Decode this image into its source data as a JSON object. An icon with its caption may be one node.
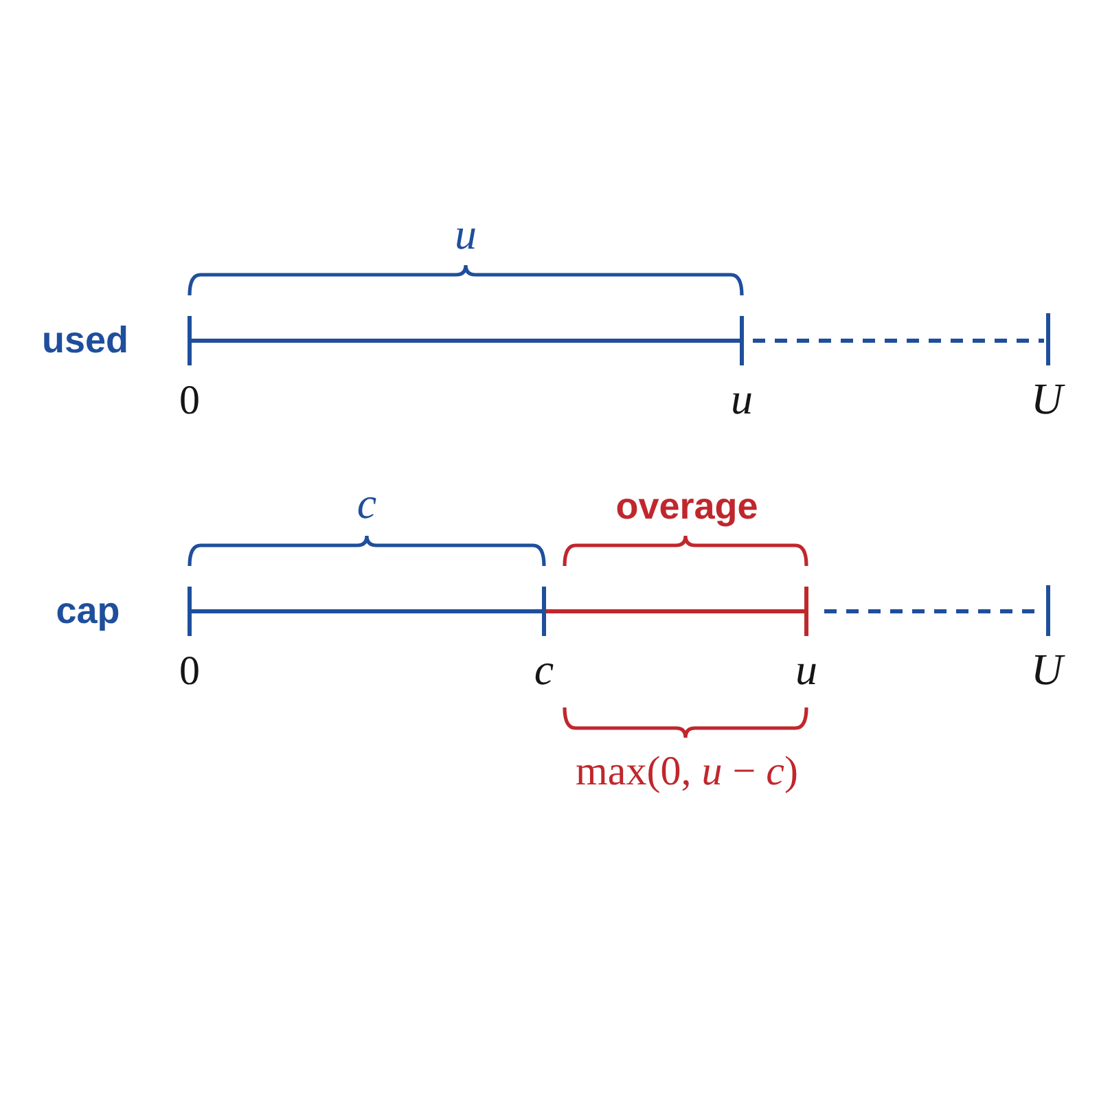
{
  "diagram": {
    "labels": [
      "u",
      "used",
      "0",
      "u",
      "U",
      "c",
      "overage",
      "cap",
      "0",
      "c",
      "u",
      "U",
      "max(0, *u* − *c*)"
    ]
  }
}
